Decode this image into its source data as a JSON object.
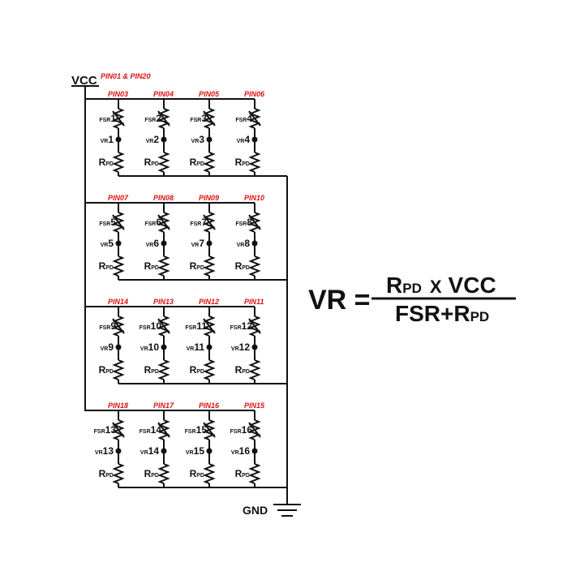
{
  "supply": {
    "label": "VCC",
    "pins": "PIN01 & PIN20"
  },
  "ground": {
    "label": "GND"
  },
  "labels": {
    "fsr": "FSR",
    "vr": "VR",
    "rpd_main": "R",
    "rpd_sub": "PD"
  },
  "rows": [
    {
      "pins": [
        "PIN03",
        "PIN04",
        "PIN05",
        "PIN06"
      ],
      "numbers": [
        "1",
        "2",
        "3",
        "4"
      ]
    },
    {
      "pins": [
        "PIN07",
        "PIN08",
        "PIN09",
        "PIN10"
      ],
      "numbers": [
        "5",
        "6",
        "7",
        "8"
      ]
    },
    {
      "pins": [
        "PIN14",
        "PIN13",
        "PIN12",
        "PIN11"
      ],
      "numbers": [
        "9",
        "10",
        "11",
        "12"
      ]
    },
    {
      "pins": [
        "PIN18",
        "PIN17",
        "PIN16",
        "PIN15"
      ],
      "numbers": [
        "13",
        "14",
        "15",
        "16"
      ]
    }
  ],
  "formula": {
    "lhs": "VR =",
    "num_r": "R",
    "num_pd": "PD",
    "num_times": "X",
    "num_vcc": "VCC",
    "den_fsr": "FSR+R",
    "den_pd": "PD"
  }
}
